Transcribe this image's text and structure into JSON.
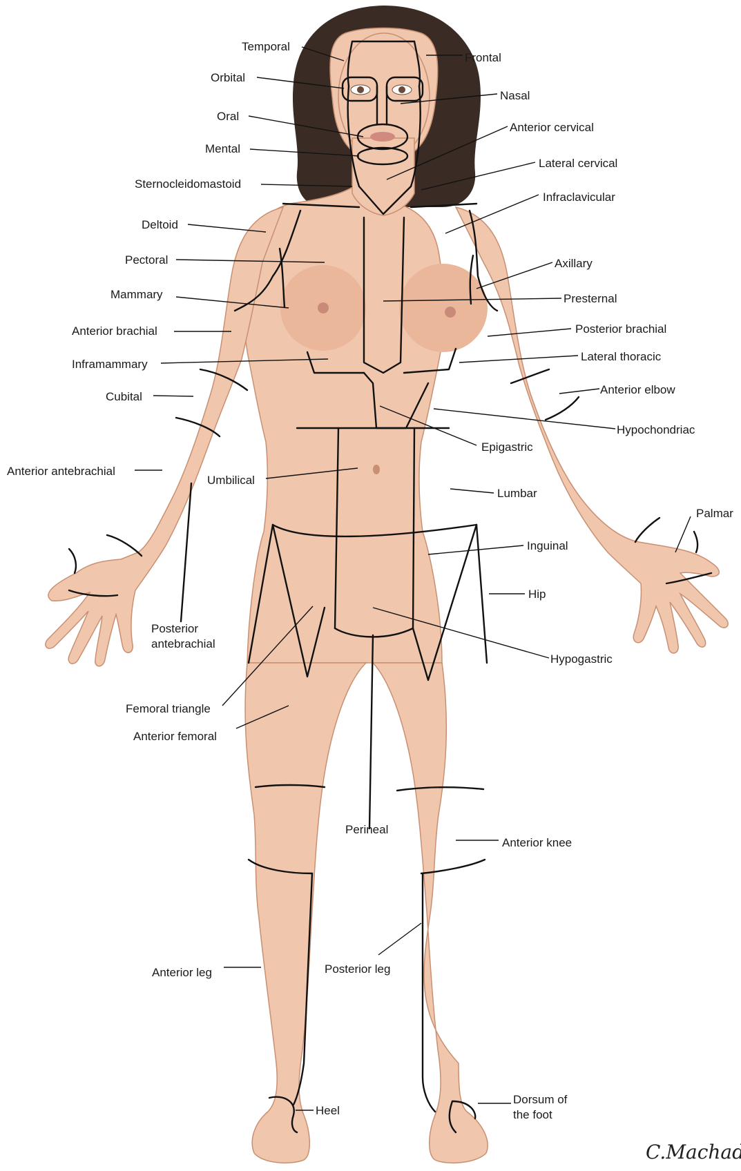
{
  "labels": {
    "temporal": "Temporal",
    "frontal": "Frontal",
    "orbital": "Orbital",
    "nasal": "Nasal",
    "oral": "Oral",
    "anterior_cervical": "Anterior cervical",
    "mental": "Mental",
    "lateral_cervical": "Lateral cervical",
    "sternocleidomastoid": "Sternocleidomastoid",
    "infraclavicular": "Infraclavicular",
    "deltoid": "Deltoid",
    "pectoral": "Pectoral",
    "axillary": "Axillary",
    "mammary": "Mammary",
    "presternal": "Presternal",
    "anterior_brachial": "Anterior brachial",
    "posterior_brachial": "Posterior brachial",
    "inframammary": "Inframammary",
    "lateral_thoracic": "Lateral thoracic",
    "cubital": "Cubital",
    "anterior_elbow": "Anterior elbow",
    "hypochondriac": "Hypochondriac",
    "epigastric": "Epigastric",
    "anterior_antebrachial": "Anterior antebrachial",
    "umbilical": "Umbilical",
    "lumbar": "Lumbar",
    "palmar": "Palmar",
    "inguinal": "Inguinal",
    "hip": "Hip",
    "posterior_antebrachial_1": "Posterior",
    "posterior_antebrachial_2": "antebrachial",
    "hypogastric": "Hypogastric",
    "femoral_triangle": "Femoral triangle",
    "anterior_femoral": "Anterior femoral",
    "perineal": "Perineal",
    "anterior_knee": "Anterior knee",
    "posterior_leg": "Posterior leg",
    "anterior_leg": "Anterior leg",
    "heel": "Heel",
    "dorsum_1": "Dorsum of",
    "dorsum_2": "the foot"
  },
  "signature": "C.Machado",
  "colors": {
    "skin": "#f0c6ac",
    "hair": "#3a2c25",
    "lines": "#111111"
  }
}
